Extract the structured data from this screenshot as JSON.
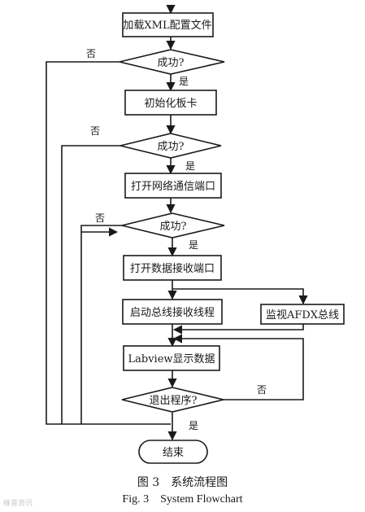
{
  "nodes": {
    "load_xml": "加载XML配置文件",
    "check_1": "成功?",
    "init_board": "初始化板卡",
    "check_2": "成功?",
    "open_net_port": "打开网络通信端口",
    "check_3": "成功?",
    "open_recv_port": "打开数据接收端口",
    "start_bus_thread": "启动总线接收线程",
    "monitor_afdx": "监视AFDX总线",
    "labview_display": "Labview显示数据",
    "exit_check": "退出程序?",
    "end": "结束"
  },
  "branches": {
    "yes": "是",
    "no": "否"
  },
  "caption": {
    "chinese": "图 3　系统流程图",
    "english": "Fig. 3　System Flowchart"
  },
  "watermark": "维普资讯"
}
